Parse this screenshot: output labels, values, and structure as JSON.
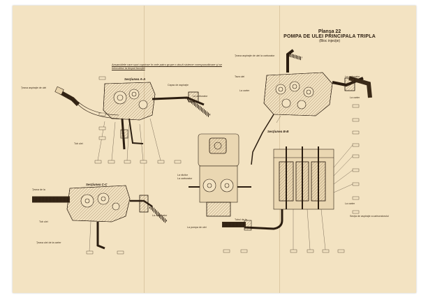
{
  "title": {
    "plate": "Planşa 22",
    "name": "POMPA DE ULEI PRINCIPALA TRIPLA",
    "subtitle": "(Bloc injecţie)"
  },
  "note": "Ansamblele care sunt cuprinse în cele patru grupe n-două sisteme corespunzătoare şi se înlocuiesc la timpul funcţiei",
  "sections": {
    "aa": "Secţiunea A-A",
    "bb": "Secţiunea B-B",
    "cc": "Secţiunea C-C"
  },
  "labels": {
    "teava_aspiratie_top": "Ţeava aspiraţie de ulei",
    "teava_aspiratie_right": "Ţeava aspiraţie de ulei la carburator",
    "capac_aspiratie": "Capac de aspiraţie",
    "la_carburator_1": "La carburator",
    "la_carburator_2": "La carburator",
    "la_carburator_3": "La carburator",
    "la_carburator_4": "La carburator",
    "carter_1": "La carter",
    "carter_2": "La carter",
    "carter_3": "La carter",
    "tava_ulei": "Tava ulei",
    "teava_dela": "Ţeava de la",
    "tub_ulei": "Tub ulei",
    "tub_ulei_2": "Tub ulei",
    "teava_carter": "Ţeava ulei de la carter",
    "la_racitor": "La răcitor",
    "tubul_de_la": "Tubul de la",
    "la_pompa": "La pompa de ulei",
    "sectia_dreapta": "Secţia de aspiraţie a carburatorului"
  },
  "colors": {
    "paper": "#f3e3c2",
    "ink": "#2b1d10",
    "hatch": "#6b5030"
  }
}
